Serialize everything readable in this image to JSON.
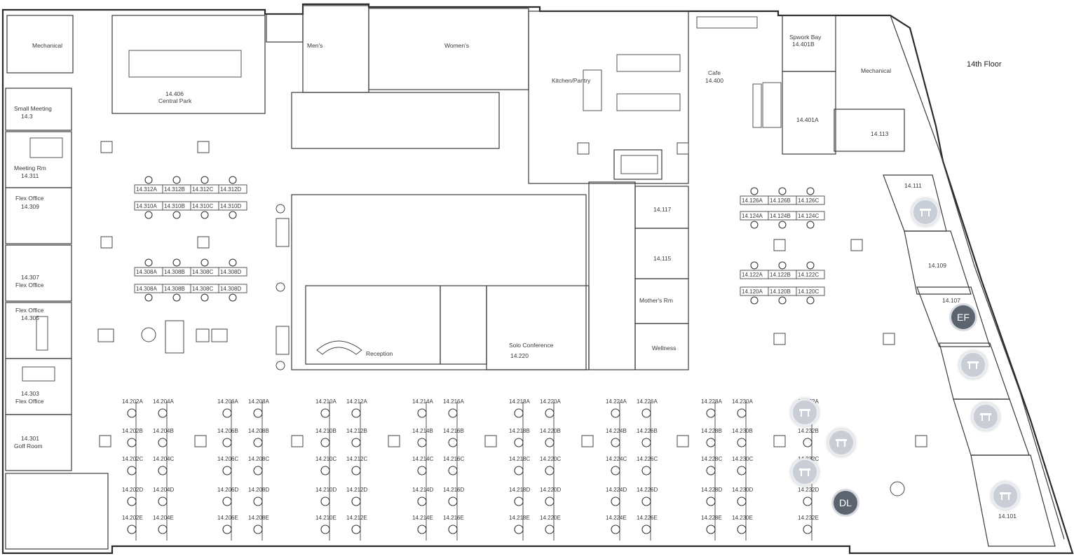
{
  "floor_label": "14th Floor",
  "colors": {
    "wall": "#2b2b2b",
    "marker_available": "#c9ced6",
    "marker_user": "#5c6470"
  },
  "rooms": {
    "mechanical_left": "Mechanical",
    "central_park_no": "14.406",
    "central_park": "Central Park",
    "mens": "Men's",
    "womens": "Women's",
    "kitchen": "Kitchen/Pantry",
    "cafe": "Cafe",
    "cafe_no": "14.400",
    "spwork_bay": "Spwork Bay",
    "spwork_bay_no": "14.401B",
    "mechanical_right": "Mechanical",
    "room_14401a": "14.401A",
    "room_14113": "14.113",
    "small_meeting": "Small Meeting",
    "small_meeting_no": "14.3",
    "meeting_rm": "Meeting Rm",
    "meeting_rm_no": "14.311",
    "flex_office_1": "Flex Office",
    "flex_office_1_no": "14.309",
    "flex_office_2_no": "14.307",
    "flex_office_2": "Flex Office",
    "flex_office_3": "Flex Office",
    "flex_office_3_no": "14.305",
    "flex_office_4_no": "14.303",
    "flex_office_4": "Flex Office",
    "golf_no": "14.301",
    "golf": "Golf Room",
    "room_14117": "14.117",
    "room_14115": "14.115",
    "mothers": "Mother's Rm",
    "wellness": "Wellness",
    "reception": "Reception",
    "solo_conf": "Solo Conference",
    "solo_conf_no": "14.220",
    "room_14111": "14.111",
    "room_14109": "14.109",
    "room_14107": "14.107",
    "room_14101": "14.101"
  },
  "desk_labels": {
    "row312": [
      "14.312A",
      "14.312B",
      "14.312C",
      "14.312D"
    ],
    "row310": [
      "14.310A",
      "14.310B",
      "14.310C",
      "14.310D"
    ],
    "row308a": [
      "14.308A",
      "14.308B",
      "14.308C",
      "14.308D"
    ],
    "row308b": [
      "14.308A",
      "14.308B",
      "14.308C",
      "14.308D"
    ],
    "row126": [
      "14.126A",
      "14.126B",
      "14.126C"
    ],
    "row124": [
      "14.124A",
      "14.124B",
      "14.124C"
    ],
    "row122": [
      "14.122A",
      "14.122B",
      "14.122C"
    ],
    "row120": [
      "14.120A",
      "14.120B",
      "14.120C"
    ],
    "bench_columns": [
      [
        "14.202A",
        "14.202B",
        "14.202C",
        "14.202D",
        "14.202E"
      ],
      [
        "14.204A",
        "14.204B",
        "14.204C",
        "14.204D",
        "14.204E"
      ],
      [
        "14.206A",
        "14.206B",
        "14.206C",
        "14.206D",
        "14.206E"
      ],
      [
        "14.208A",
        "14.208B",
        "14.208C",
        "14.208D",
        "14.208E"
      ],
      [
        "14.210A",
        "14.210B",
        "14.210C",
        "14.210D",
        "14.210E"
      ],
      [
        "14.212A",
        "14.212B",
        "14.212C",
        "14.212D",
        "14.212E"
      ],
      [
        "14.214A",
        "14.214B",
        "14.214C",
        "14.214D",
        "14.214E"
      ],
      [
        "14.216A",
        "14.216B",
        "14.216C",
        "14.216D",
        "14.216E"
      ],
      [
        "14.218A",
        "14.218B",
        "14.218C",
        "14.218D",
        "14.218E"
      ],
      [
        "14.220A",
        "14.220B",
        "14.220C",
        "14.220D",
        "14.220E"
      ],
      [
        "14.224A",
        "14.224B",
        "14.224C",
        "14.224D",
        "14.224E"
      ],
      [
        "14.226A",
        "14.226B",
        "14.226C",
        "14.226D",
        "14.226E"
      ],
      [
        "14.228A",
        "14.228B",
        "14.228C",
        "14.228D",
        "14.228E"
      ],
      [
        "14.230A",
        "14.230B",
        "14.230C",
        "14.230D",
        "14.230E"
      ],
      [
        "14.232A",
        "14.232B",
        "14.232C",
        "14.232D",
        "14.232E"
      ]
    ]
  },
  "markers": {
    "m1": {
      "type": "available",
      "icon": "desk-icon"
    },
    "m2": {
      "type": "user",
      "initials": "EF"
    },
    "m3": {
      "type": "available",
      "icon": "desk-icon"
    },
    "m4": {
      "type": "available",
      "icon": "desk-icon"
    },
    "m5": {
      "type": "available",
      "icon": "desk-icon"
    },
    "m6": {
      "type": "available",
      "icon": "desk-icon"
    },
    "m7": {
      "type": "available",
      "icon": "desk-icon"
    },
    "m8": {
      "type": "available",
      "icon": "desk-icon"
    },
    "m9": {
      "type": "user",
      "initials": "DL"
    }
  }
}
